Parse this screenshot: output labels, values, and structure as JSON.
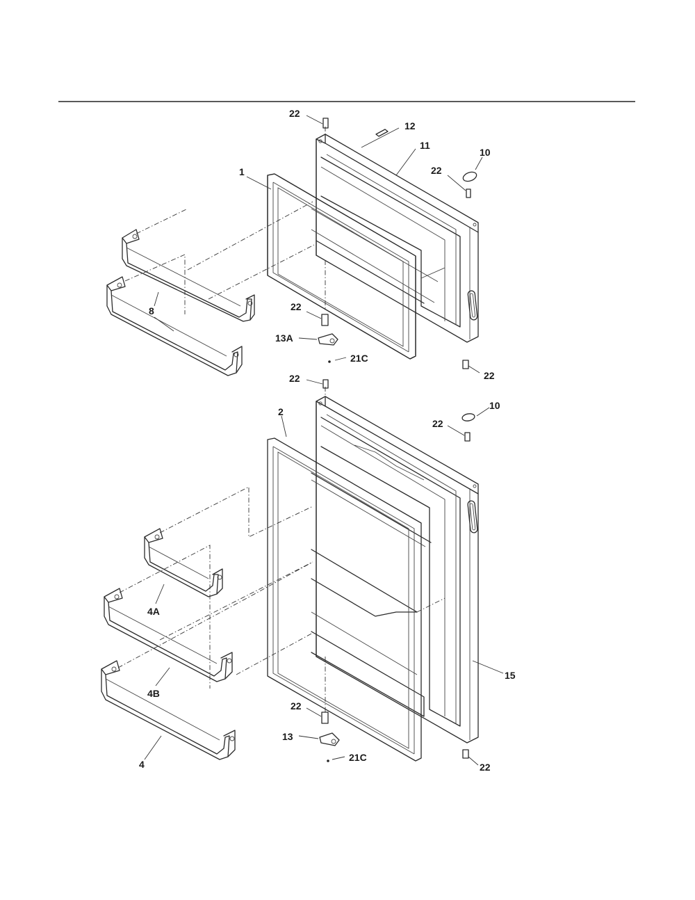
{
  "callouts": {
    "p22_top": "22",
    "p12": "12",
    "p11": "11",
    "p10_top": "10",
    "p22_hinge_top": "22",
    "p1": "1",
    "p8": "8",
    "p22_pin_top": "22",
    "p13a": "13A",
    "p21c_top": "21C",
    "p22_bot_right_top": "22",
    "p22_mid": "22",
    "p10_bot": "10",
    "p22_hinge_bot": "22",
    "p2": "2",
    "p4a": "4A",
    "p4b": "4B",
    "p15": "15",
    "p4": "4",
    "p22_pin_bot": "22",
    "p13": "13",
    "p21c_bot": "21C",
    "p22_bot_right_bot": "22"
  }
}
